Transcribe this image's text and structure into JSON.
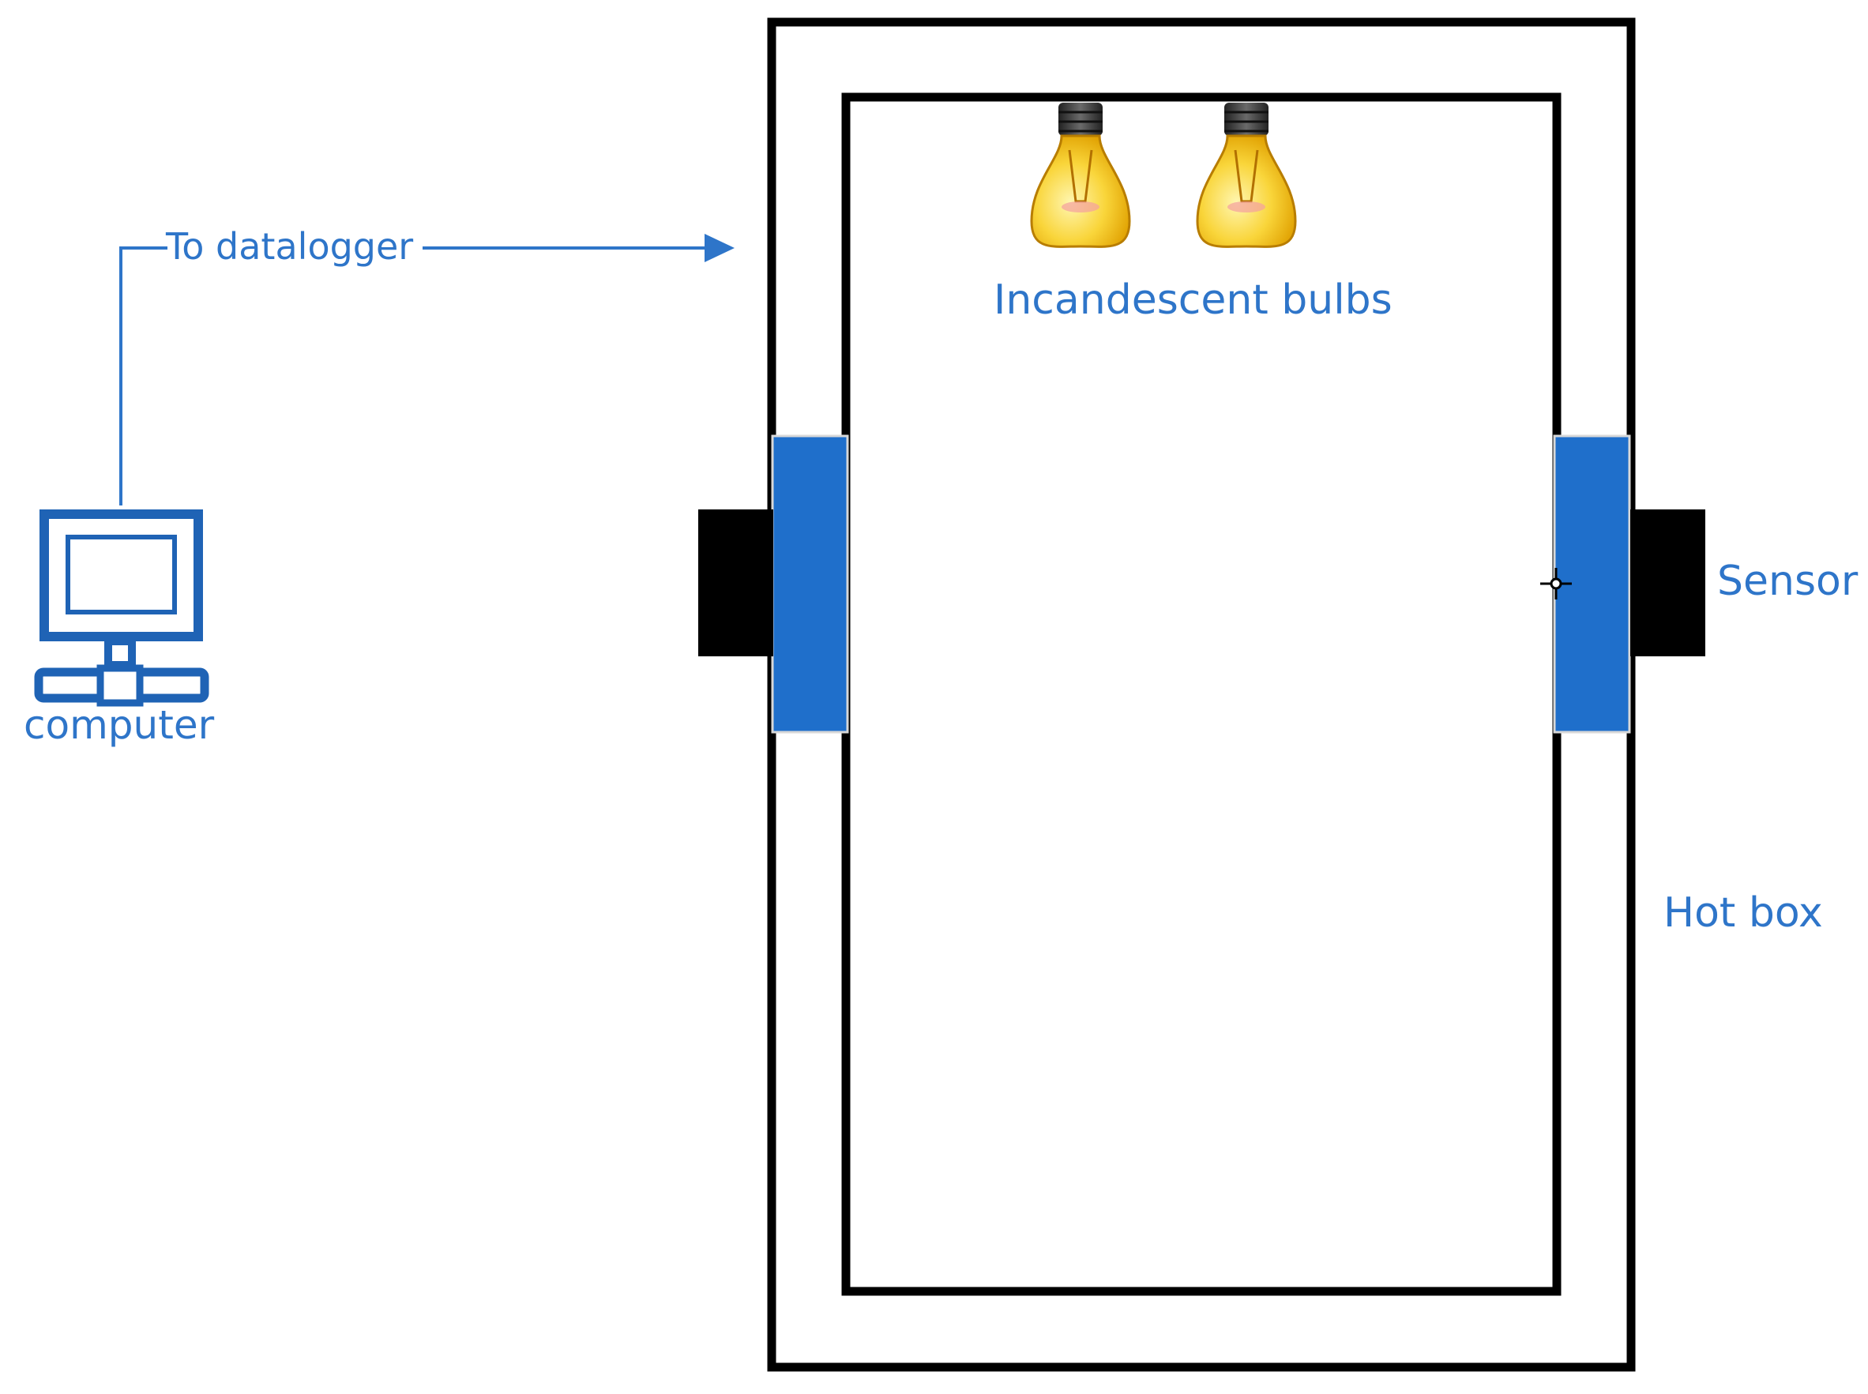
{
  "labels": {
    "datalogger": "To datalogger",
    "bulbs": "Incandescent bulbs",
    "sensor": "Sensor",
    "hotbox": "Hot box",
    "computer": "computer"
  },
  "icons": {
    "computer": "computer-network-icon",
    "bulb": "lightbulb-icon",
    "arrow": "arrow-right-icon",
    "crosshair": "crosshair-icon"
  },
  "colors": {
    "label": "#2E75C9",
    "sensor_panel": "#1F6FCB",
    "sensor_block": "#000000",
    "wall": "#000000",
    "bulb_glass": "#F6C31A",
    "bulb_base": "#3A3A3A"
  }
}
